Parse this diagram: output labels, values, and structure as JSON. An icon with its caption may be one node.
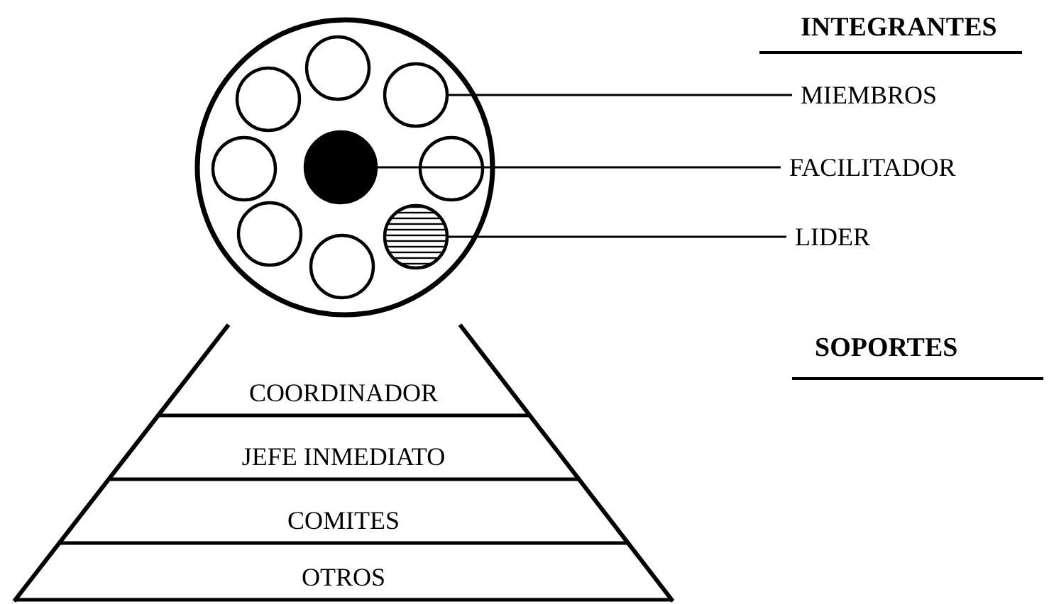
{
  "diagram": {
    "nodes": [
      {
        "text": [],
        "shape": "circle"
      },
      {
        "text": [],
        "shape": "circle",
        "in": 0
      },
      {
        "text": [],
        "shape": "circle",
        "in": 0
      },
      {
        "text": [],
        "shape": "circle",
        "in": 0
      },
      {
        "text": [],
        "shape": "circle",
        "in": 0
      },
      {
        "text": [],
        "shape": "circle",
        "in": 0
      },
      {
        "text": [],
        "shape": "circle",
        "in": 0
      },
      {
        "text": [],
        "shape": "circle",
        "in": 0
      },
      {
        "text": [],
        "shape": "circle",
        "in": 0
      },
      {
        "text": [],
        "shape": "circle",
        "in": 0
      },
      {
        "text": [
          "MIEMBROS"
        ]
      },
      {
        "text": [
          "FACILITADOR"
        ]
      },
      {
        "text": [
          "LIDER"
        ]
      },
      {
        "text": [],
        "shape": "trapezoid"
      },
      {
        "text": [
          "COORDINADOR"
        ],
        "in": 13
      },
      {
        "text": [
          "JEFE INMEDIATO"
        ],
        "in": 13
      },
      {
        "text": [
          "COMITES"
        ],
        "in": 13
      },
      {
        "text": [
          "OTROS"
        ],
        "in": 13
      }
    ],
    "edges": [
      {
        "from": 10,
        "to": 3,
        "arrow": "none"
      },
      {
        "from": 11,
        "to": 5,
        "arrow": "none"
      },
      {
        "from": 12,
        "to": 9,
        "arrow": "none"
      }
    ],
    "labels": [
      "INTEGRANTES",
      "SOPORTES"
    ]
  }
}
